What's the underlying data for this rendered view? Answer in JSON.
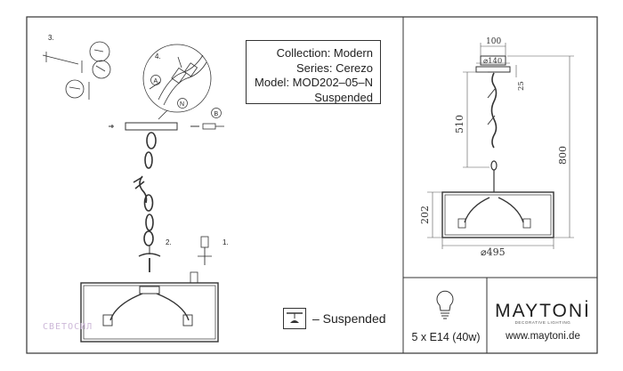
{
  "info": {
    "collection": "Collection: Modern",
    "series": "Series: Cerezo",
    "model": "Model: MOD202–05–N",
    "type": "Suspended"
  },
  "steps": {
    "s1": "1.",
    "s2": "2.",
    "s3": "3.",
    "s4": "4.",
    "a": "A",
    "b": "B",
    "n": "N"
  },
  "dimensions": {
    "canopy_width": "100",
    "canopy_diameter": "⌀140",
    "canopy_height": "25",
    "chain_length": "510",
    "total_height": "800",
    "body_height": "202",
    "body_diameter": "⌀495"
  },
  "legend": {
    "text": "– Suspended"
  },
  "lamp": {
    "spec": "5 x E14 (40w)"
  },
  "brand": {
    "name": "MAYTONİ",
    "tagline": "DECORATIVE LIGHTING",
    "website": "www.maytoni.de"
  },
  "watermark": "СВЕТОСИЛ"
}
